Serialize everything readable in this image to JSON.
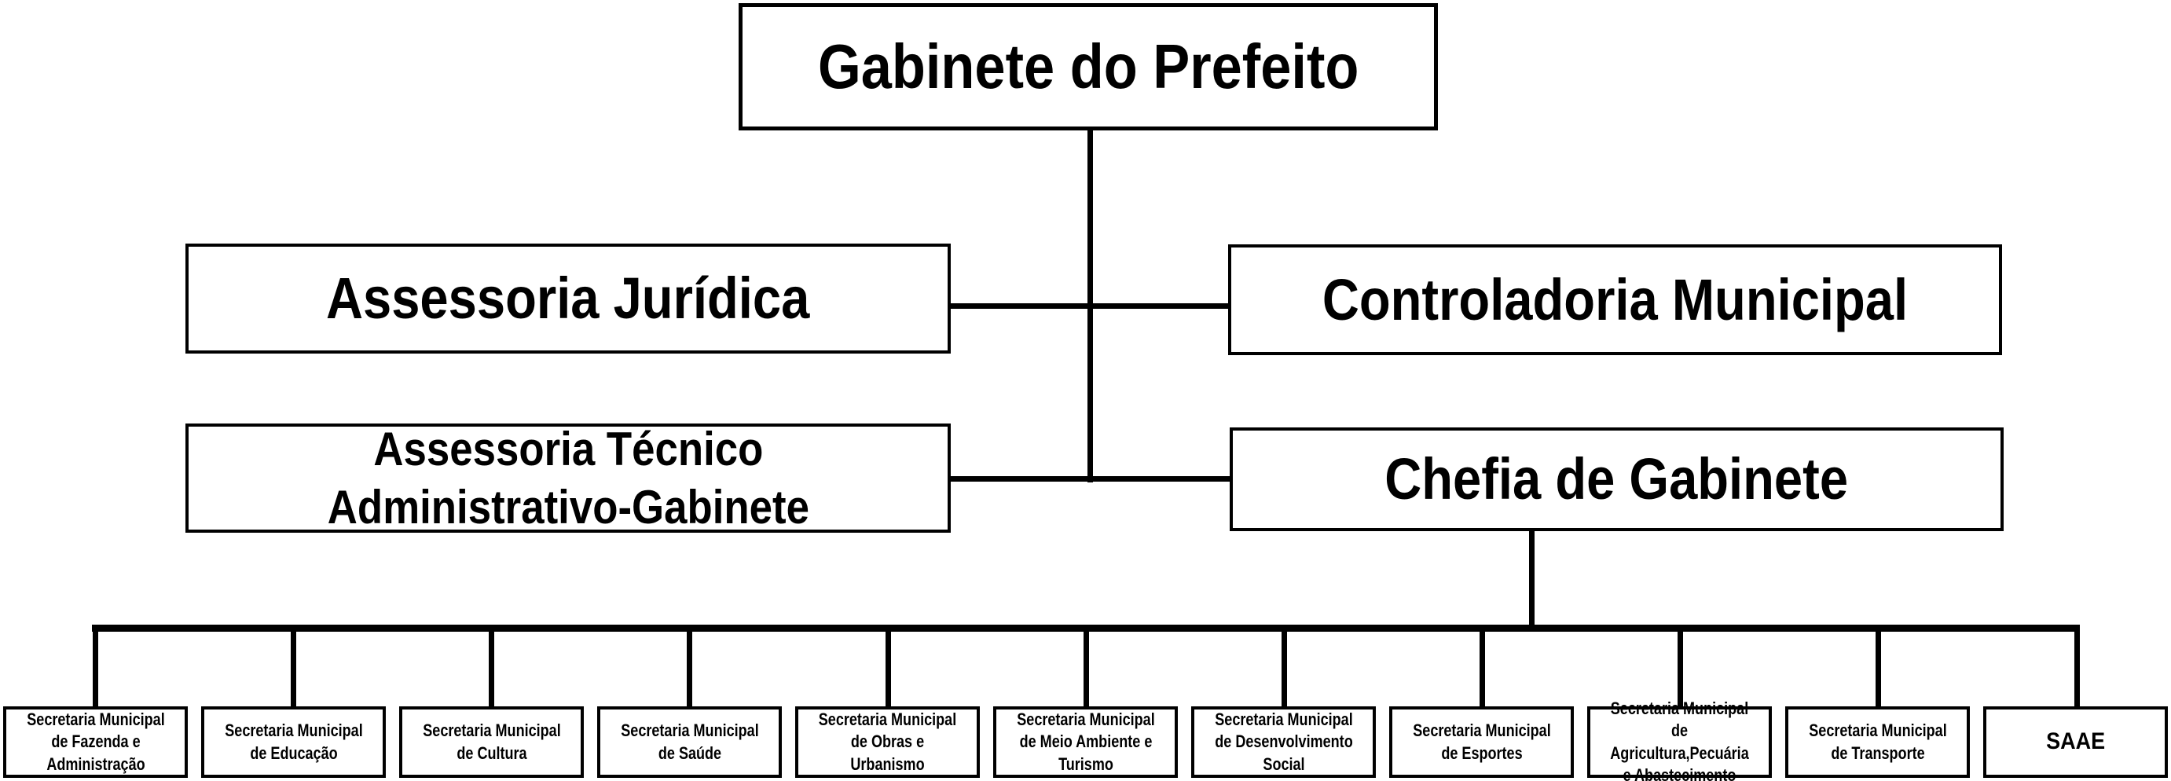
{
  "colors": {
    "background": "#ffffff",
    "line": "#000000",
    "text": "#000000"
  },
  "nodes": {
    "gabinete_do_prefeito": {
      "label": "Gabinete do Prefeito"
    },
    "assessoria_juridica": {
      "label": "Assessoria Jurídica"
    },
    "controladoria_municipal": {
      "label": "Controladoria Municipal"
    },
    "assessoria_tecnico_administrativo": {
      "label": "Assessoria Técnico\nAdministrativo-Gabinete"
    },
    "chefia_de_gabinete": {
      "label": "Chefia de Gabinete"
    },
    "secretariats": [
      {
        "label": "Secretaria Municipal\nde Fazenda e\nAdministração"
      },
      {
        "label": "Secretaria Municipal\nde Educação"
      },
      {
        "label": "Secretaria Municipal\nde Cultura"
      },
      {
        "label": "Secretaria Municipal\nde Saúde"
      },
      {
        "label": "Secretaria Municipal\nde Obras e Urbanismo"
      },
      {
        "label": "Secretaria Municipal\nde Meio Ambiente e\nTurismo"
      },
      {
        "label": "Secretaria Municipal\nde Desenvolvimento\nSocial"
      },
      {
        "label": "Secretaria Municipal\nde Esportes"
      },
      {
        "label": "Secretaria Municipal de\nAgricultura,Pecuária\ne Abastecimento"
      },
      {
        "label": "Secretaria Municipal\nde Transporte"
      },
      {
        "label": "SAAE"
      }
    ]
  },
  "edges": [
    {
      "from": "Gabinete do Prefeito",
      "to": "Assessoria Jurídica"
    },
    {
      "from": "Gabinete do Prefeito",
      "to": "Controladoria Municipal"
    },
    {
      "from": "Gabinete do Prefeito",
      "to": "Assessoria Técnico Administrativo-Gabinete"
    },
    {
      "from": "Gabinete do Prefeito",
      "to": "Chefia de Gabinete"
    },
    {
      "from": "Chefia de Gabinete",
      "to": "Secretaria Municipal de Fazenda e Administração"
    },
    {
      "from": "Chefia de Gabinete",
      "to": "Secretaria Municipal de Educação"
    },
    {
      "from": "Chefia de Gabinete",
      "to": "Secretaria Municipal de Cultura"
    },
    {
      "from": "Chefia de Gabinete",
      "to": "Secretaria Municipal de Saúde"
    },
    {
      "from": "Chefia de Gabinete",
      "to": "Secretaria Municipal de Obras e Urbanismo"
    },
    {
      "from": "Chefia de Gabinete",
      "to": "Secretaria Municipal de Meio Ambiente e Turismo"
    },
    {
      "from": "Chefia de Gabinete",
      "to": "Secretaria Municipal de Desenvolvimento Social"
    },
    {
      "from": "Chefia de Gabinete",
      "to": "Secretaria Municipal de Esportes"
    },
    {
      "from": "Chefia de Gabinete",
      "to": "Secretaria Municipal de Agricultura,Pecuária e Abastecimento"
    },
    {
      "from": "Chefia de Gabinete",
      "to": "Secretaria Municipal de Transporte"
    },
    {
      "from": "Chefia de Gabinete",
      "to": "SAAE"
    }
  ]
}
